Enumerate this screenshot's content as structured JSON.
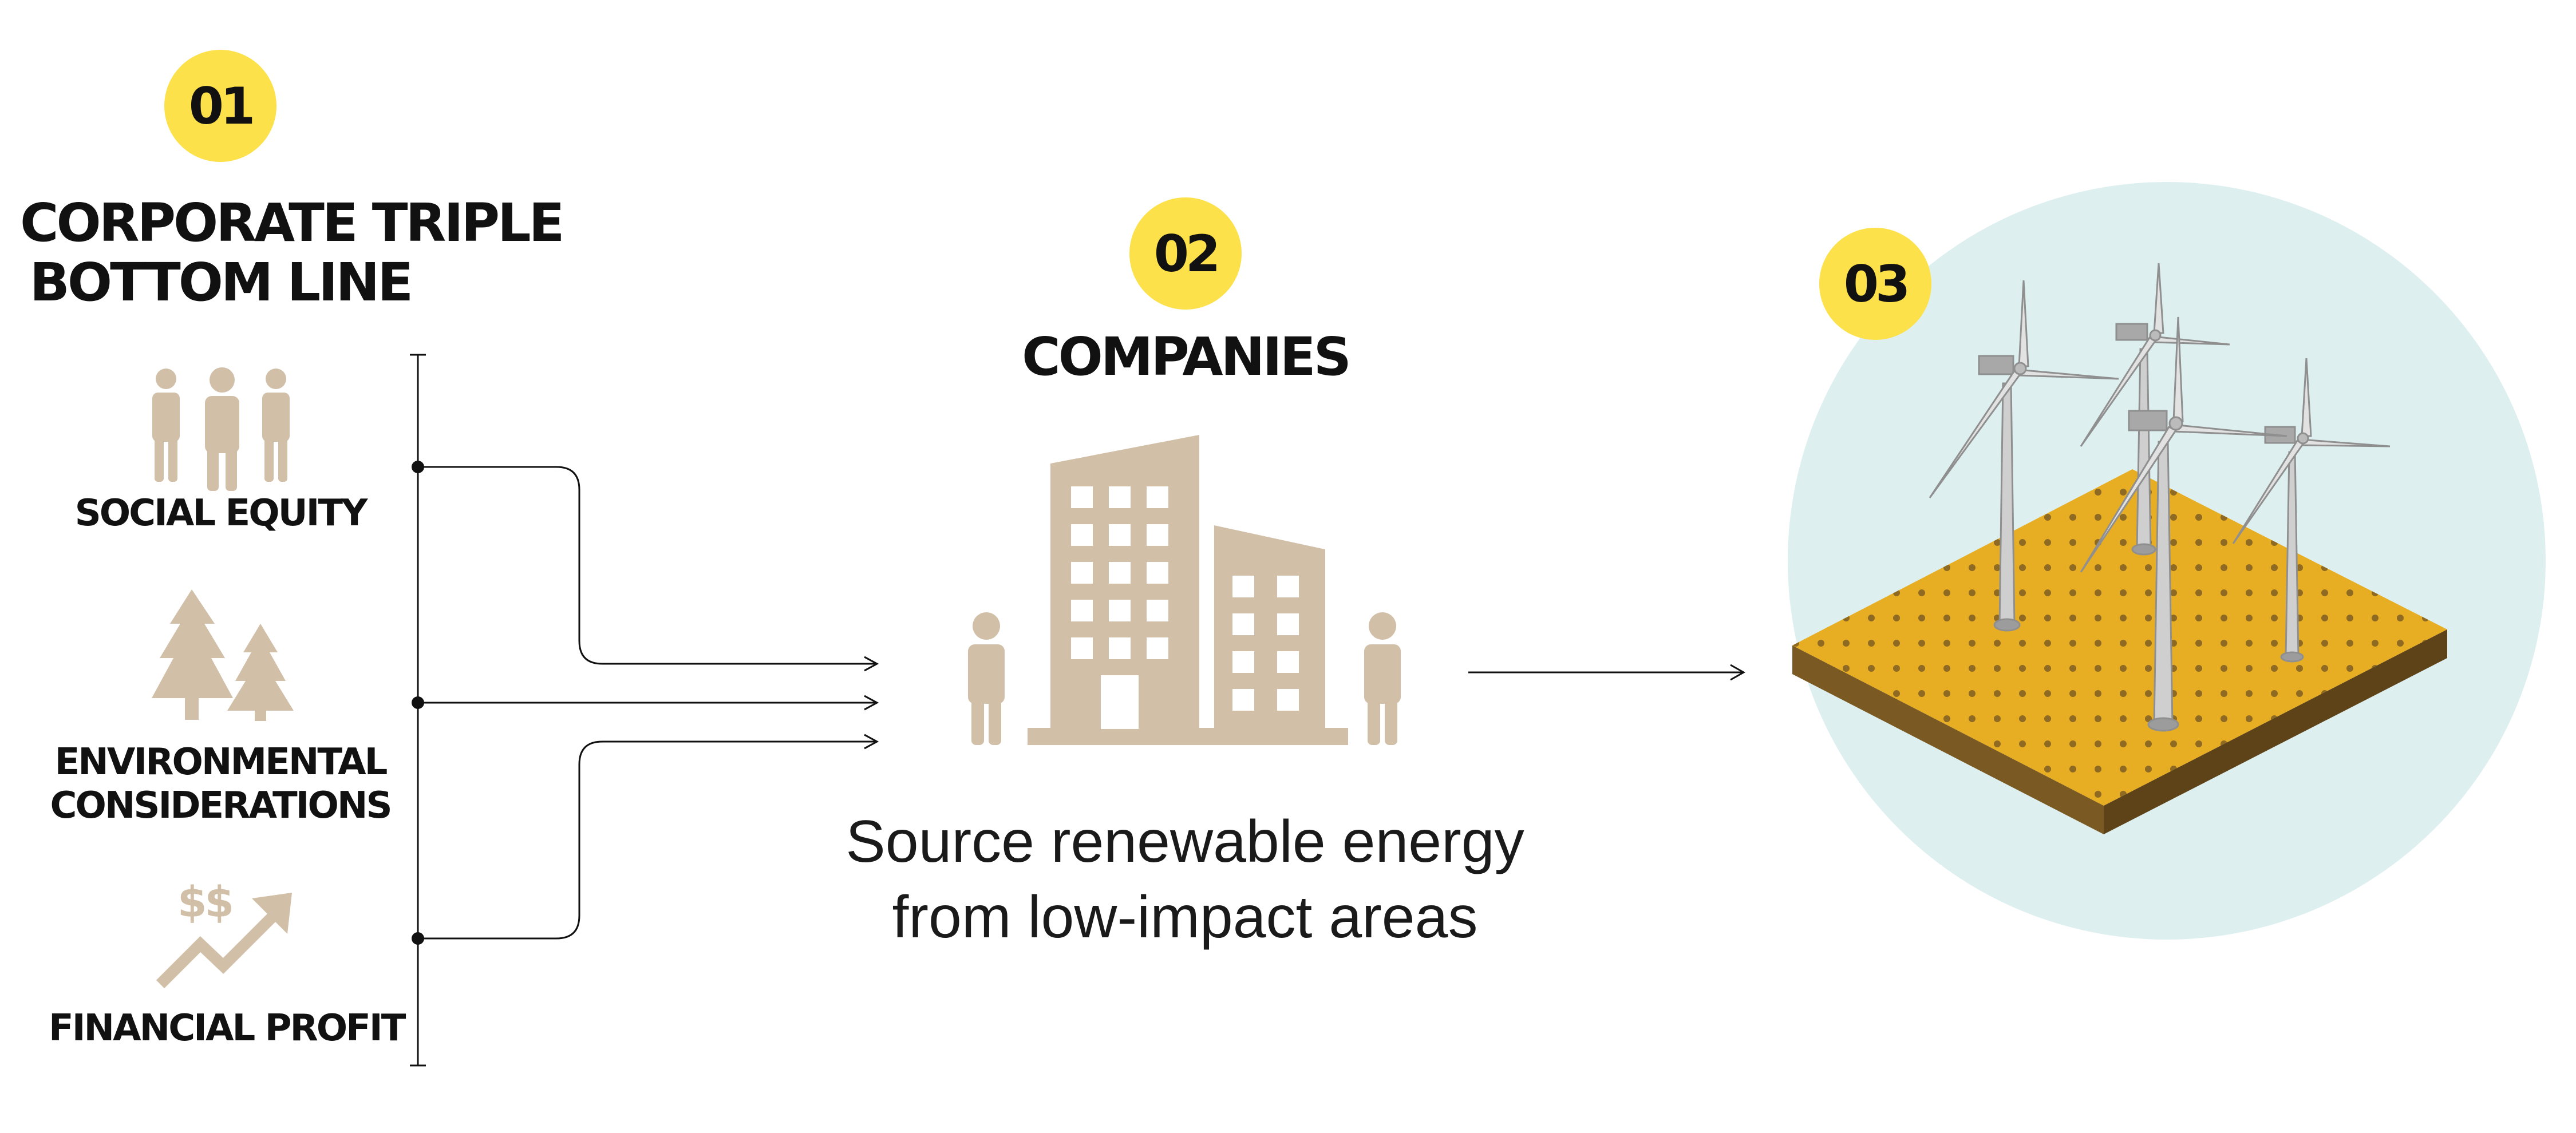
{
  "steps": [
    {
      "number": "01",
      "title_line1": "CORPORATE TRIPLE",
      "title_line2": "BOTTOM LINE"
    },
    {
      "number": "02",
      "title": "COMPANIES"
    },
    {
      "number": "03"
    }
  ],
  "pillars": [
    {
      "label_line1": "SOCIAL EQUITY",
      "icon": "people-icon"
    },
    {
      "label_line1": "ENVIRONMENTAL",
      "label_line2": "CONSIDERATIONS",
      "icon": "trees-icon"
    },
    {
      "label_line1": "FINANCIAL PROFIT",
      "icon": "profit-icon",
      "icon_text": "$$"
    }
  ],
  "companies_caption": {
    "line1": "Source renewable energy",
    "line2": "from low-impact areas"
  },
  "colors": {
    "badge": "#FCE14B",
    "icon_beige": "#D1BFA7",
    "circle_bg": "#DDEFEF",
    "ground_yellow": "#E8AE23",
    "ground_brown": "#6E4E1E",
    "turbine": "#C9C9C9"
  }
}
